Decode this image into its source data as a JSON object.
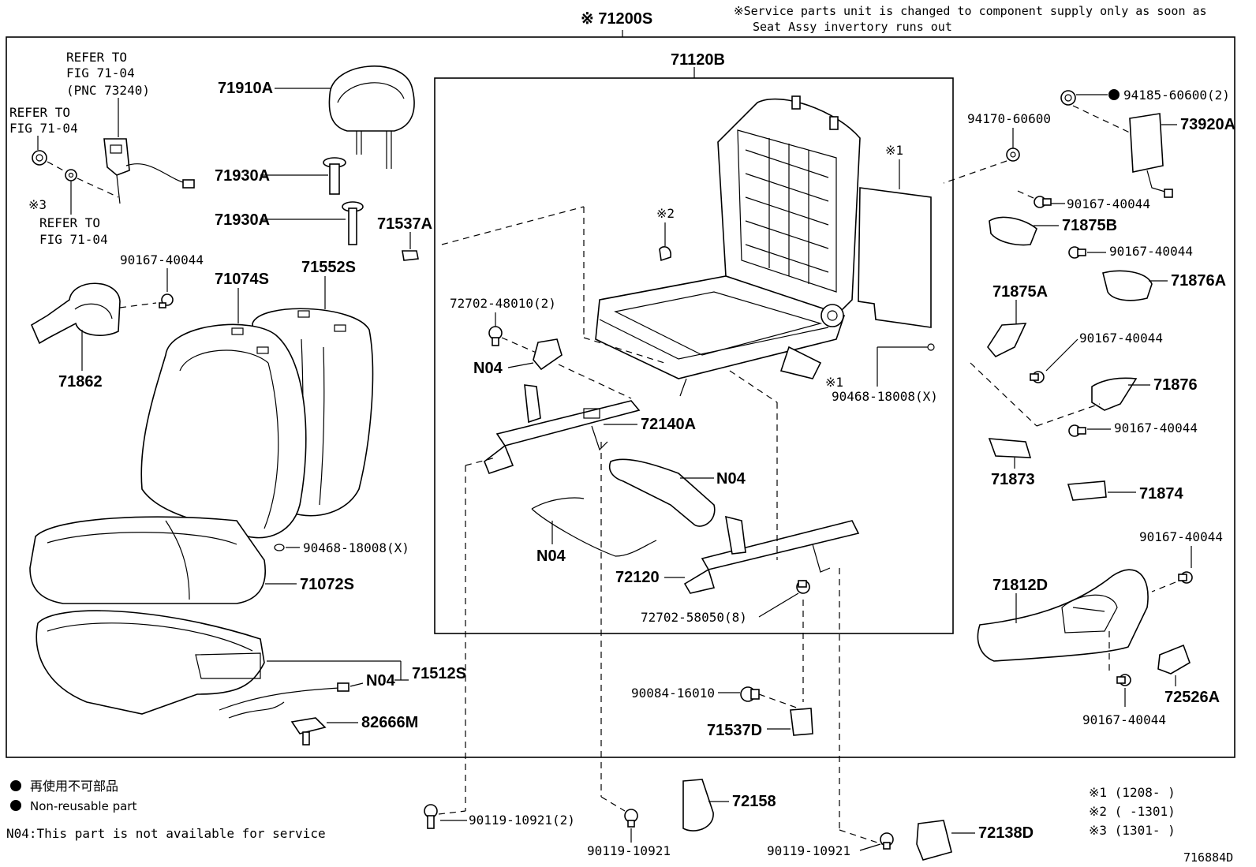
{
  "header": {
    "main_assembly": "※ 71200S",
    "service_note_line1": "※Service parts unit is changed to component supply only as soon as",
    "service_note_line2": "Seat Assy invertory runs out"
  },
  "frame_assembly": "71120B",
  "labels": {
    "refer_fig_a_1": "REFER TO",
    "refer_fig_a_2": "FIG 71-04",
    "refer_fig_a_3": "(PNC 73240)",
    "refer_fig_b_1": "REFER TO",
    "refer_fig_b_2": "FIG 71-04",
    "refer_fig_c_0": "※3",
    "refer_fig_c_1": "REFER TO",
    "refer_fig_c_2": "FIG 71-04",
    "p71910A": "71910A",
    "p71930A_1": "71930A",
    "p71930A_2": "71930A",
    "p71537A": "71537A",
    "p90167_tl": "90167-40044",
    "p71074S": "71074S",
    "p71552S": "71552S",
    "p71862": "71862",
    "p90468_left": "90468-18008(X)",
    "p71072S": "71072S",
    "p71512S": "71512S",
    "n04_cushion": "N04",
    "p82666M": "82666M",
    "note2": "※2",
    "p72702_48010": "72702-48010(2)",
    "n04_a": "N04",
    "p72140A": "72140A",
    "n04_b": "N04",
    "n04_c": "N04",
    "p72120": "72120",
    "p72702_58050": "72702-58050(8)",
    "note1_a": "※1",
    "note1_b": "※1",
    "p90468_right": "90468-18008(X)",
    "p94170": "94170-60600",
    "p94185": "94185-60600(2)",
    "p73920A": "73920A",
    "p90167_r1": "90167-40044",
    "p71875B": "71875B",
    "p90167_r2": "90167-40044",
    "p71876A": "71876A",
    "p71875A": "71875A",
    "p90167_r3": "90167-40044",
    "p71876": "71876",
    "p90167_r4": "90167-40044",
    "p71873": "71873",
    "p71874": "71874",
    "p90167_r5": "90167-40044",
    "p71812D": "71812D",
    "p72526A": "72526A",
    "p90167_r6": "90167-40044",
    "p90084": "90084-16010",
    "p71537D": "71537D",
    "p90119_a": "90119-10921(2)",
    "p72158": "72158",
    "p90119_b": "90119-10921",
    "p90119_c": "90119-10921",
    "p72138D": "72138D"
  },
  "legend": {
    "jp_line": "再使用不可部品",
    "en_line": "Non-reusable part",
    "n04_note": "N04:This part is not available for service"
  },
  "notes": {
    "n1": "※1 (1208-     )",
    "n2": "※2 (     -1301)",
    "n3": "※3 (1301-     )"
  },
  "figure_id": "716884D"
}
